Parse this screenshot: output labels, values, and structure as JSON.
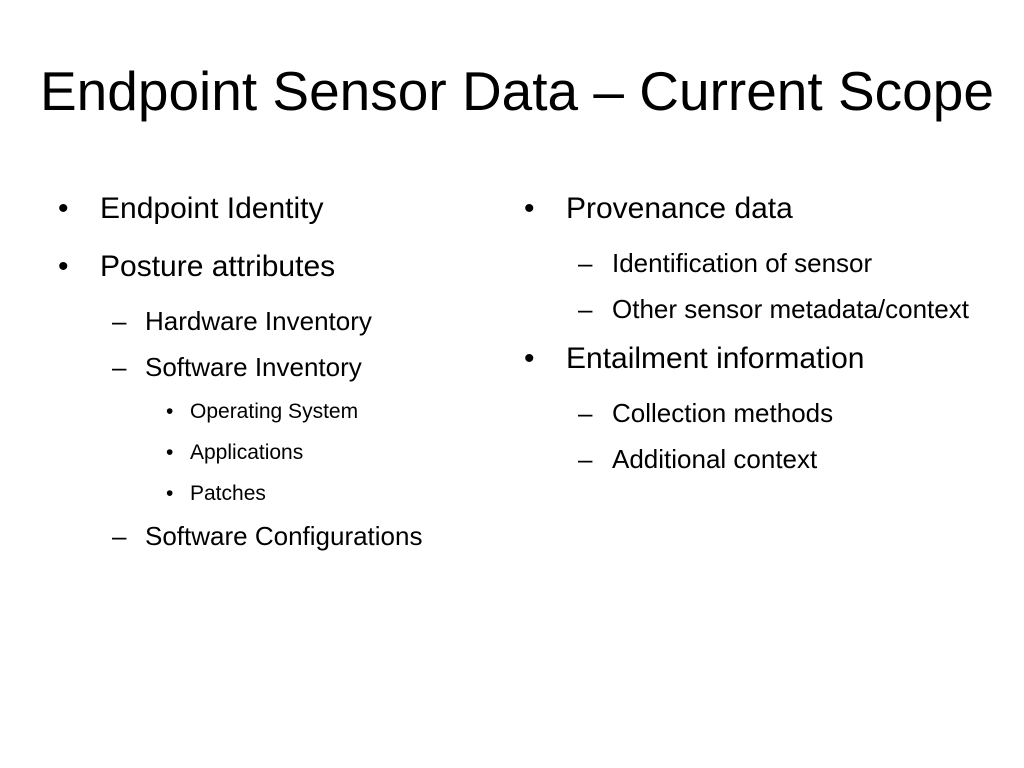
{
  "slide": {
    "title": "Endpoint Sensor Data – Current Scope",
    "background_color": "#ffffff",
    "text_color": "#000000",
    "markers": {
      "level_1": "•",
      "level_2": "–",
      "level_3": "•"
    },
    "left_column": {
      "items": [
        {
          "level": 1,
          "text": "Endpoint Identity"
        },
        {
          "level": 1,
          "text": "Posture attributes"
        },
        {
          "level": 2,
          "text": "Hardware Inventory"
        },
        {
          "level": 2,
          "text": "Software Inventory"
        },
        {
          "level": 3,
          "text": "Operating System"
        },
        {
          "level": 3,
          "text": "Applications"
        },
        {
          "level": 3,
          "text": "Patches"
        },
        {
          "level": 2,
          "text": "Software Configurations"
        }
      ]
    },
    "right_column": {
      "items": [
        {
          "level": 1,
          "text": "Provenance data"
        },
        {
          "level": 2,
          "text": "Identification of sensor"
        },
        {
          "level": 2,
          "text": "Other sensor metadata/context"
        },
        {
          "level": 1,
          "text": "Entailment information"
        },
        {
          "level": 2,
          "text": "Collection methods"
        },
        {
          "level": 2,
          "text": "Additional context"
        }
      ]
    }
  }
}
